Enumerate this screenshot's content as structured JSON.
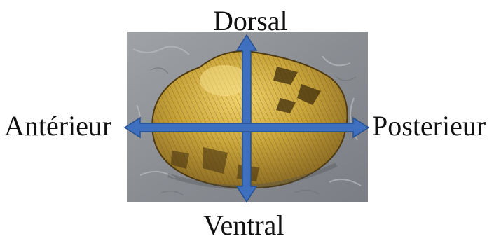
{
  "labels": {
    "dorsal": "Dorsal",
    "ventral": "Ventral",
    "anterior": "Antérieur",
    "posterior": "Posterieur"
  },
  "colors": {
    "arrow_fill": "#3f6fbf",
    "arrow_stroke": "#26508f",
    "shell_main": "#c9a43a",
    "shell_dark": "#6d5320",
    "background_stone": "#8e9196"
  },
  "icons": {
    "photo": "clam-shell-photo",
    "vertical_axis": "double-arrow-vertical",
    "horizontal_axis": "double-arrow-horizontal"
  }
}
